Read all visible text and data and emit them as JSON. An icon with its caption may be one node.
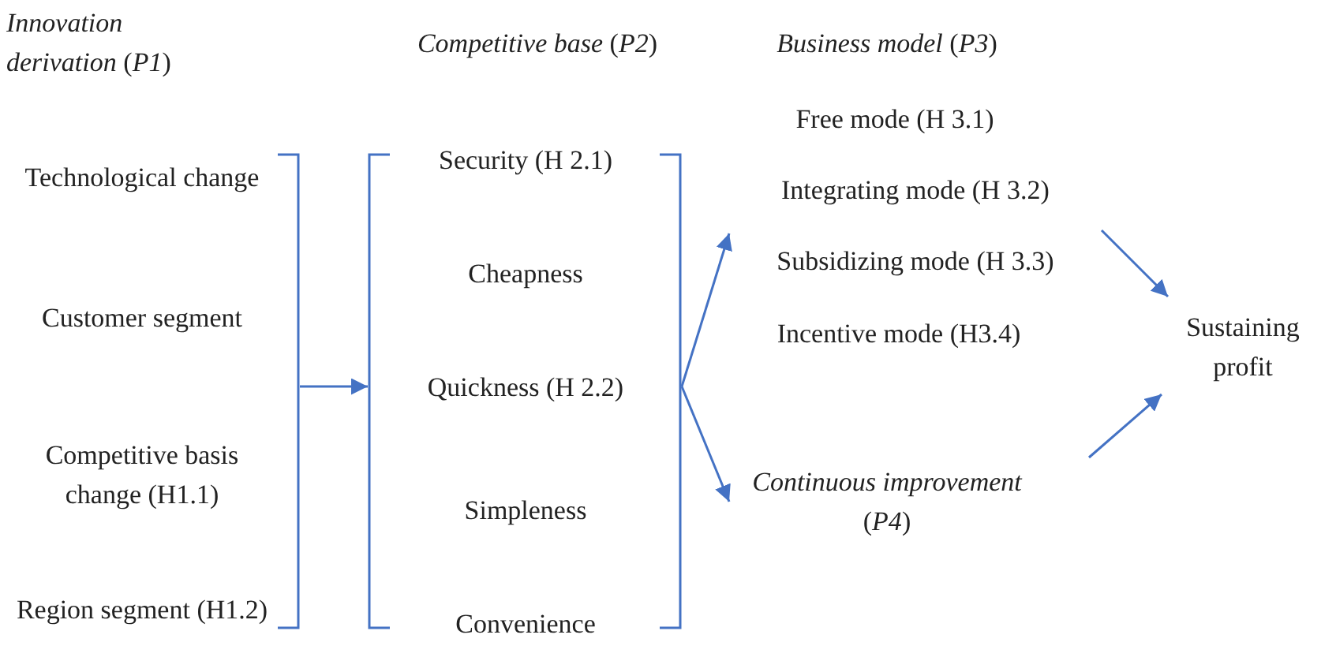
{
  "diagram": {
    "nodes": [
      {
        "text": [
          "*Innovation derivation* (*P1*)"
        ]
      },
      {
        "text": [
          "Technological change"
        ],
        "in": 0
      },
      {
        "text": [
          "Customer segment"
        ],
        "in": 0
      },
      {
        "text": [
          "Competitive basis change (H1.1)"
        ],
        "in": 0
      },
      {
        "text": [
          "Region segment (H1.2)"
        ],
        "in": 0
      },
      {
        "text": [
          "*Competitive base* (*P2*)"
        ]
      },
      {
        "text": [
          "Security (H 2.1)"
        ],
        "in": 5
      },
      {
        "text": [
          "Cheapness"
        ],
        "in": 5
      },
      {
        "text": [
          "Quickness (H 2.2)"
        ],
        "in": 5
      },
      {
        "text": [
          "Simpleness"
        ],
        "in": 5
      },
      {
        "text": [
          "Convenience"
        ],
        "in": 5
      },
      {
        "text": [
          "*Business model* (*P3*)"
        ]
      },
      {
        "text": [
          "Free mode (H 3.1)"
        ],
        "in": 11
      },
      {
        "text": [
          "Integrating mode (H 3.2)"
        ],
        "in": 11
      },
      {
        "text": [
          "Subsidizing mode (H 3.3)"
        ],
        "in": 11
      },
      {
        "text": [
          "Incentive mode (H3.4)"
        ],
        "in": 11
      },
      {
        "text": [
          "*Continuous improvement* (*P4*)"
        ]
      },
      {
        "text": [
          "Sustaining profit"
        ]
      }
    ],
    "edges": [
      {
        "from": 0,
        "to": 5,
        "arrow": "to"
      },
      {
        "from": 5,
        "to": 11,
        "arrow": "to"
      },
      {
        "from": 5,
        "to": 16,
        "arrow": "to"
      },
      {
        "from": 11,
        "to": 17,
        "arrow": "to"
      },
      {
        "from": 16,
        "to": 17,
        "arrow": "to"
      }
    ]
  }
}
